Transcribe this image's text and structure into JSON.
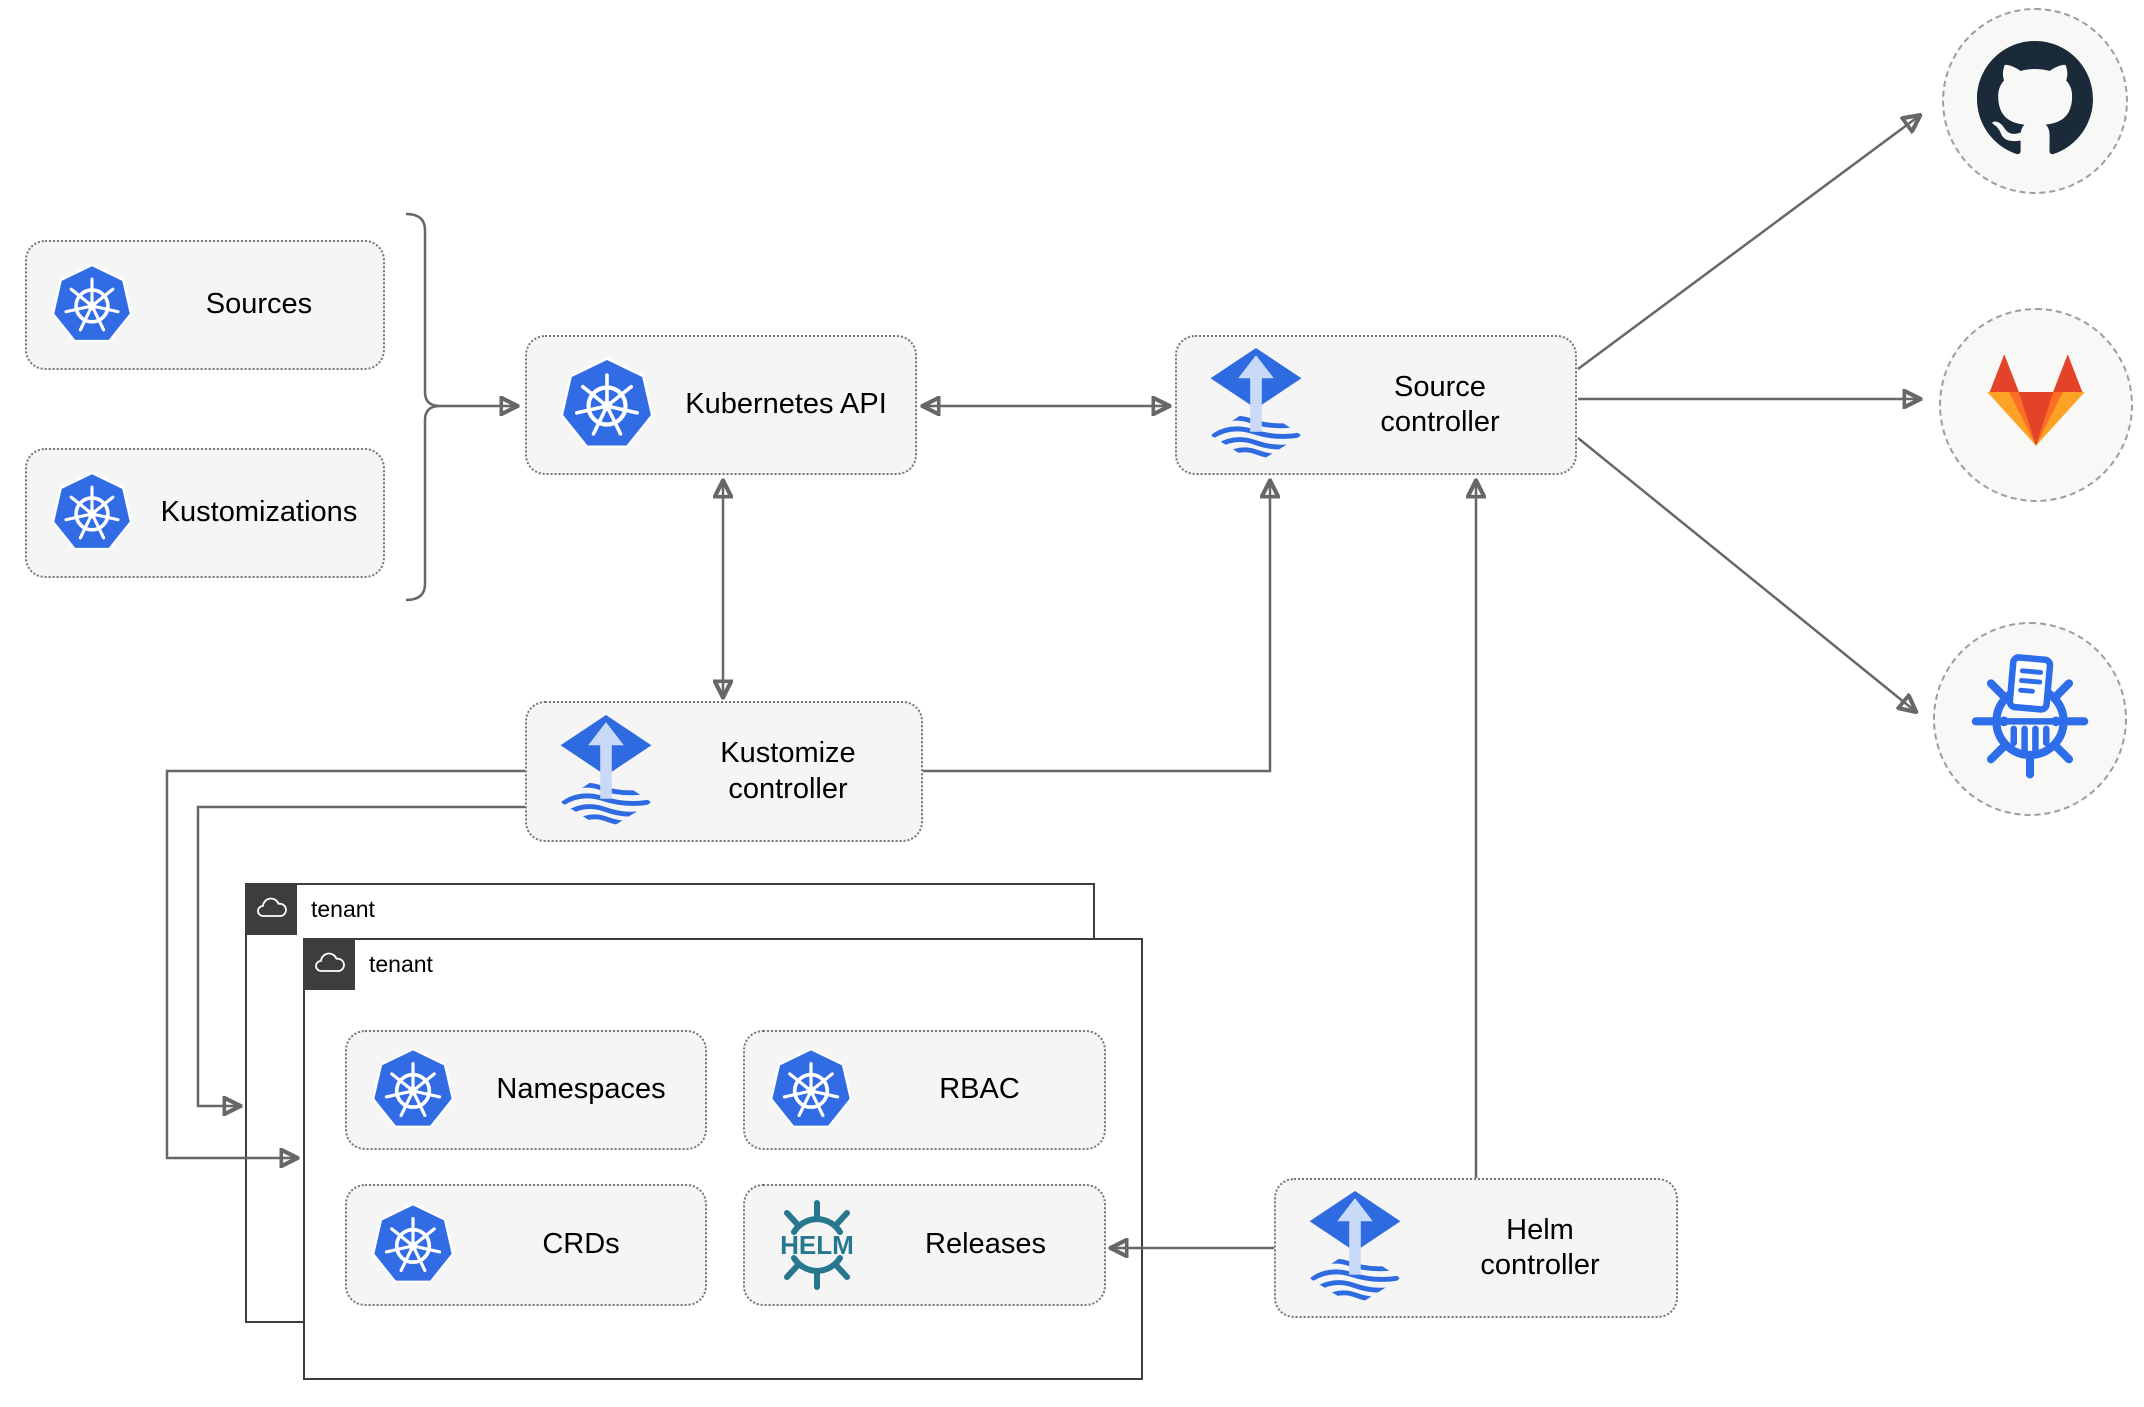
{
  "resources": {
    "sources": {
      "label": "Sources"
    },
    "kustomizations": {
      "label": "Kustomizations"
    }
  },
  "nodes": {
    "kubernetes_api": {
      "label": "Kubernetes API"
    },
    "source_controller": {
      "line1": "Source",
      "line2": "controller"
    },
    "kustomize_controller": {
      "line1": "Kustomize",
      "line2": "controller"
    },
    "helm_controller": {
      "line1": "Helm",
      "line2": "controller"
    }
  },
  "tenants": {
    "back": {
      "label": "tenant"
    },
    "front": {
      "label": "tenant"
    }
  },
  "tenant_resources": {
    "namespaces": {
      "label": "Namespaces"
    },
    "rbac": {
      "label": "RBAC"
    },
    "crds": {
      "label": "CRDs"
    },
    "releases": {
      "label": "Releases"
    }
  },
  "logos": {
    "helm_text": "HELM"
  },
  "icons": {
    "kubernetes": "kubernetes-wheel-icon",
    "flux": "flux-arrow-diamond-icon",
    "helm": "helm-wheel-icon",
    "cloud": "cloud-icon",
    "github": "github-octocat-icon",
    "gitlab": "gitlab-tanuki-icon",
    "registry": "kubernetes-manifest-shredder-icon"
  },
  "colors": {
    "line": "#676767",
    "box-fill": "#f5f5f5",
    "box-border": "#757575",
    "tenant-border": "#3d3d3d",
    "tenant-tab": "#3d3d3d",
    "k8s-blue": "#326ce5",
    "flux-blue": "#2f6be0",
    "flux-arrow": "#c9d9f8",
    "helm-teal": "#27788e",
    "github-dark": "#1b2a38",
    "gitlab-red": "#e24329",
    "gitlab-orange": "#fc6d26",
    "gitlab-light": "#fca326",
    "registry-blue": "#2d6de9",
    "circle-fill": "#f8f8f6",
    "circle-border": "#9e9e9e",
    "text": "#000000"
  }
}
